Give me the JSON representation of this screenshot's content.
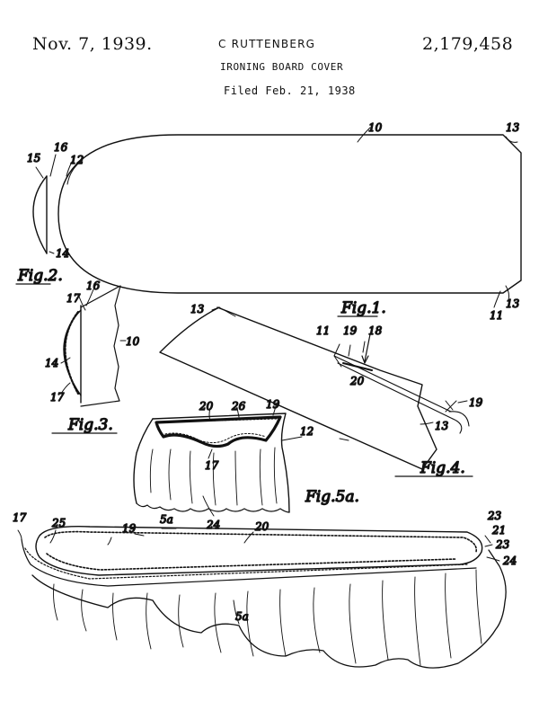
{
  "header": {
    "date": "Nov. 7, 1939.",
    "inventor": "C RUTTENBERG",
    "patent_number": "2,179,458",
    "title": "IRONING BOARD COVER",
    "filed": "Filed Feb. 21, 1938"
  },
  "figures": {
    "fig1": "Fig.1.",
    "fig2": "Fig.2.",
    "fig3": "Fig.3.",
    "fig4": "Fig.4.",
    "fig5a": "Fig.5a."
  },
  "refs": {
    "r10": "10",
    "r11": "11",
    "r12": "12",
    "r13": "13",
    "r14": "14",
    "r15": "15",
    "r16": "16",
    "r17": "17",
    "r18": "18",
    "r19": "19",
    "r20": "20",
    "r21": "21",
    "r23": "23",
    "r24": "24",
    "r25": "25",
    "r26": "26",
    "r5a": "5a"
  }
}
